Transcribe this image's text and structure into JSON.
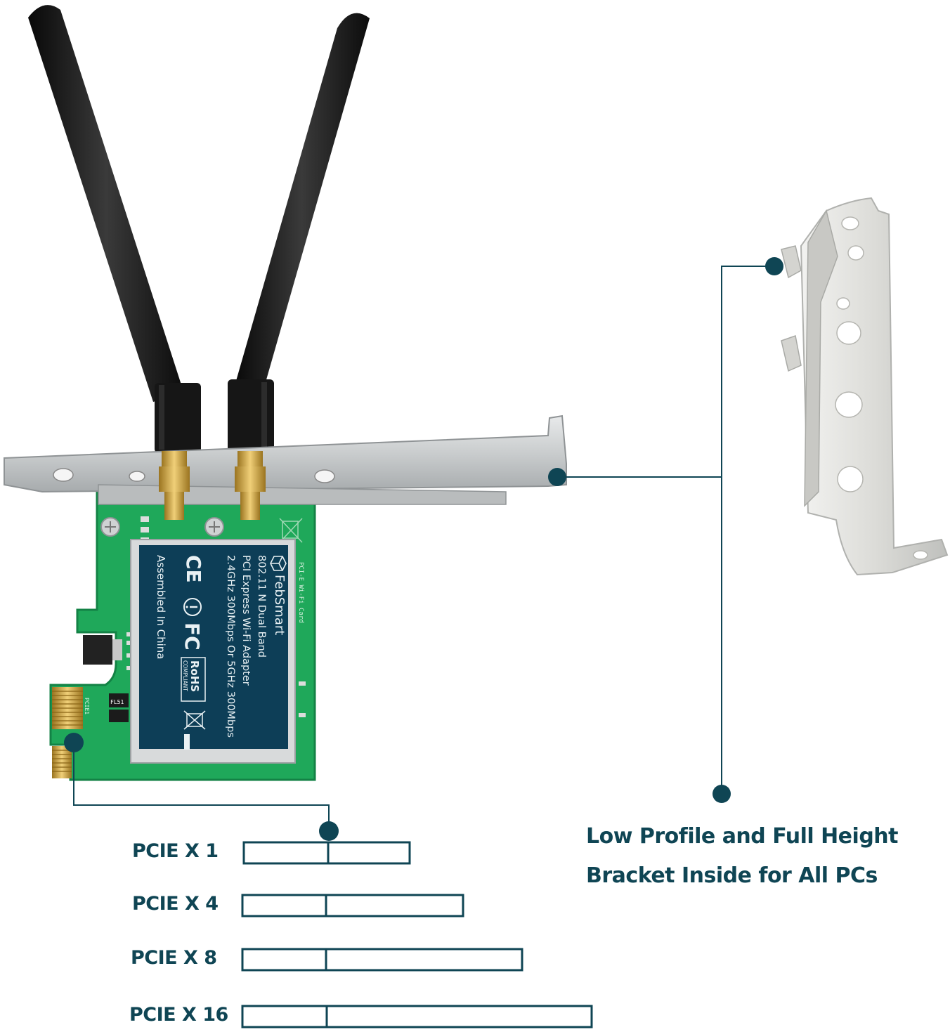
{
  "colors": {
    "accent": "#0f4554",
    "pcb_green": "#1fa85a",
    "label_navy": "#0d3e57",
    "bracket_silver": "#d4d7d8",
    "antenna_black": "#1a1a1a",
    "gold": "#d7a63c"
  },
  "card_label": {
    "brand": "FebSmart",
    "line1": "802.11 N Dual Band",
    "line2": "PCI Express Wi-Fi Adapter",
    "line3": "2.4GHz 300Mbps Or 5GHz 300Mbps",
    "assembled": "Assembled In China",
    "ce_mark": "CE",
    "fc_mark": "FC",
    "rohs": "RoHS",
    "rohs_sub": "COMPLIANT",
    "side_text": "PCI-E Wi-Fi Card",
    "pcie_silk": "PCIE1",
    "fl_silk": "FL51"
  },
  "slots": [
    {
      "label": "PCIE X 1",
      "length_ratio": 1
    },
    {
      "label": "PCIE X 4",
      "length_ratio": 4
    },
    {
      "label": "PCIE X 8",
      "length_ratio": 8
    },
    {
      "label": "PCIE X 16",
      "length_ratio": 16
    }
  ],
  "caption": {
    "line1": "Low Profile and Full Height",
    "line2": "Bracket Inside for All PCs"
  },
  "icons": {
    "callout_dot": "callout-dot-icon",
    "weee": "crossed-bin-icon"
  }
}
